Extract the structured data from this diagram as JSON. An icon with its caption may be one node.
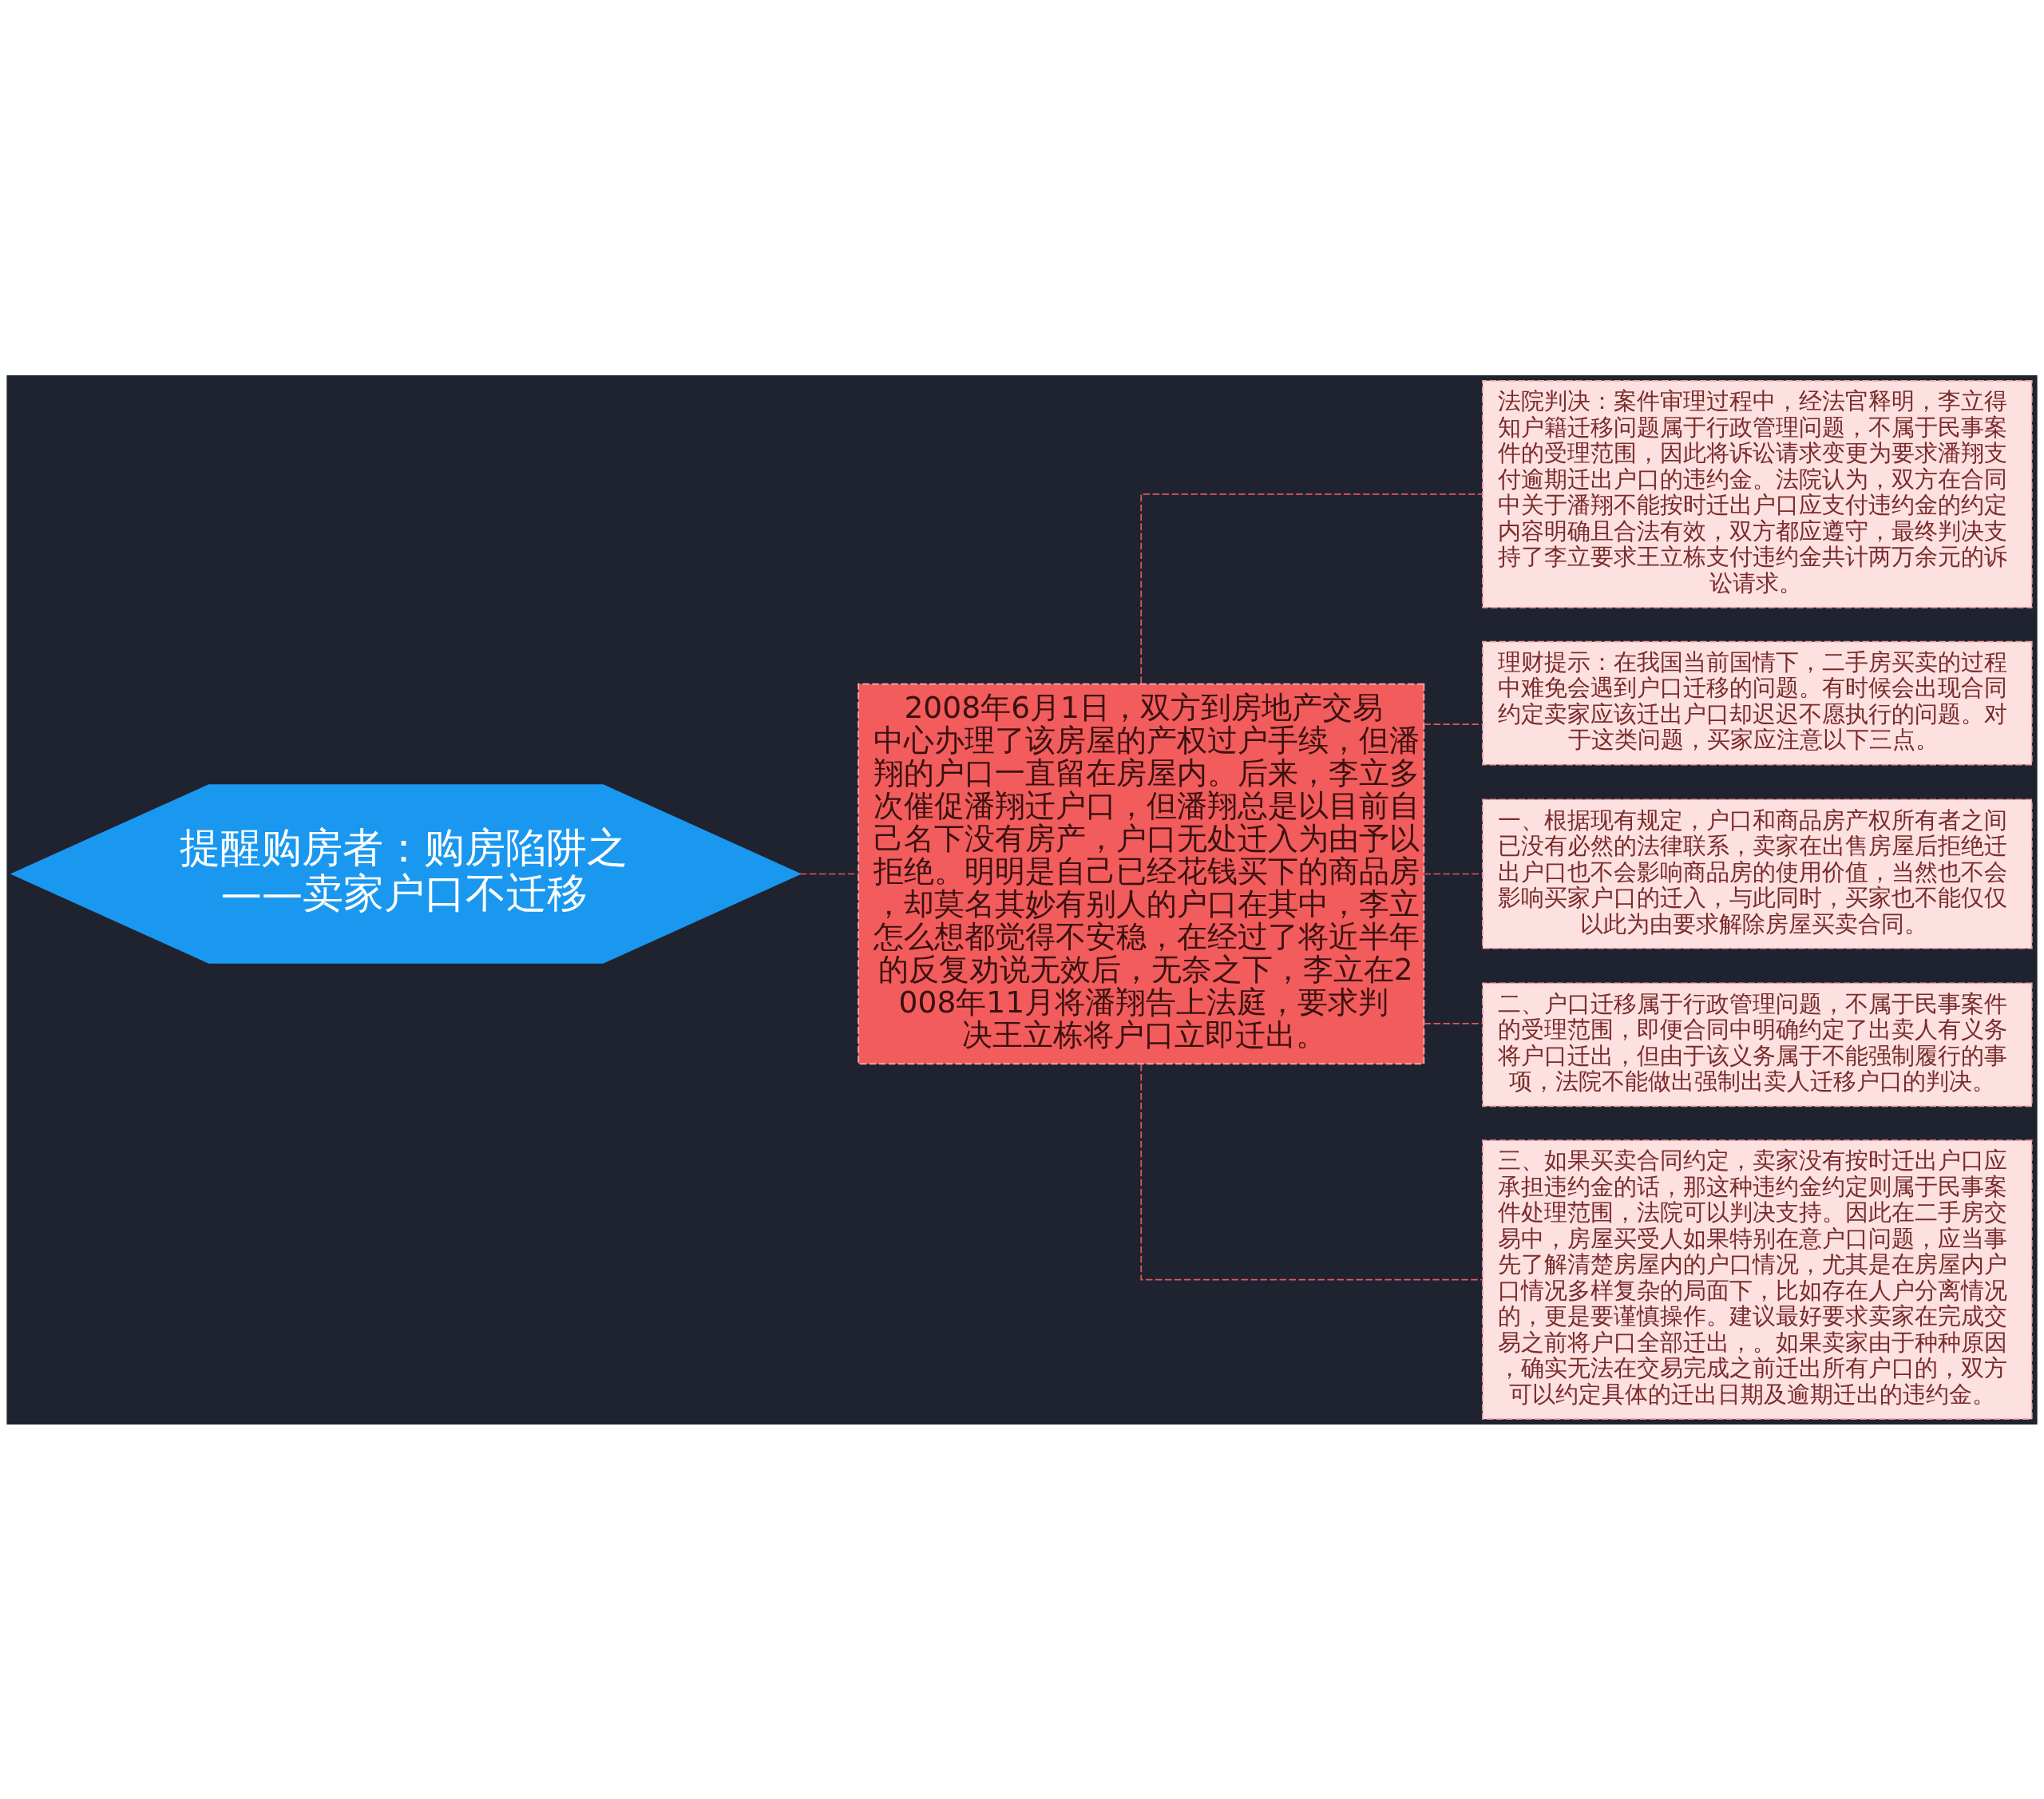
{
  "diagram": {
    "nodes": [
      {
        "text": [
          "提醒购房者：购房陷阱之——卖家户口不迁移"
        ]
      },
      {
        "text": [
          "2008年6月1日，双方到房地产交易中心办理了该房屋的产权过户手续，但潘翔的户口一直留在房屋内。后来，李立多次催促潘翔迁户口，但潘翔总是以目前自己名下没有房产，户口无处迁入为由予以拒绝。明明是自己已经花钱买下的商品房，却莫名其妙有别人的户口在其中，李立怎么想都觉得不安稳，在经过了将近半年的反复劝说无效后，无奈之下，李立在2008年11月将潘翔告上法庭，要求判决王立栋将户口立即迁出。"
        ]
      },
      {
        "text": [
          "法院判决：案件审理过程中，经法官释明，李立得知户籍迁移问题属于行政管理问题，不属于民事案件的受理范围，因此将诉讼请求变更为要求潘翔支付逾期迁出户口的违约金。法院认为，双方在合同中关于潘翔不能按时迁出户口应支付违约金的约定内容明确且合法有效，双方都应遵守，最终判决支持了李立要求王立栋支付违约金共计两万余元的诉讼请求。"
        ]
      },
      {
        "text": [
          "理财提示：在我国当前国情下，二手房买卖的过程中难免会遇到户口迁移的问题。有时候会出现合同约定卖家应该迁出户口却迟迟不愿执行的问题。对于这类问题，买家应注意以下三点。"
        ]
      },
      {
        "text": [
          "一、根据现有规定，户口和商品房产权所有者之间已没有必然的法律联系，卖家在出售房屋后拒绝迁出户口也不会影响商品房的使用价值，当然也不会影响买家户口的迁入，与此同时，买家也不能仅仅以此为由要求解除房屋买卖合同。"
        ]
      },
      {
        "text": [
          "二、户口迁移属于行政管理问题，不属于民事案件的受理范围，即便合同中明确约定了出卖人有义务将户口迁出，但由于该义务属于不能强制履行的事项，法院不能做出强制出卖人迁移户口的判决。"
        ]
      },
      {
        "text": [
          "三、如果买卖合同约定，卖家没有按时迁出户口应承担违约金的话，那这种违约金约定则属于民事案件处理范围，法院可以判决支持。因此在二手房交易中，房屋买受人如果特别在意户口问题，应当事先了解清楚房屋内的户口情况，尤其是在房屋内户口情况多样复杂的局面下，比如存在人户分离情况的，更是要谨慎操作。建议最好要求卖家在完成交易之前将户口全部迁出，。如果卖家由于种种原因，确实无法在交易完成之前迁出所有户口的，双方可以约定具体的迁出日期及逾期迁出的违约金。"
        ]
      }
    ],
    "edges": [
      {
        "from": 0,
        "to": 1,
        "arrow": "none",
        "style": "dashed"
      },
      {
        "from": 1,
        "to": 2,
        "arrow": "none",
        "style": "dashed"
      },
      {
        "from": 1,
        "to": 3,
        "arrow": "none",
        "style": "dashed"
      },
      {
        "from": 1,
        "to": 4,
        "arrow": "none",
        "style": "dashed"
      },
      {
        "from": 1,
        "to": 5,
        "arrow": "none",
        "style": "dashed"
      },
      {
        "from": 1,
        "to": 6,
        "arrow": "none",
        "style": "dashed"
      }
    ]
  }
}
